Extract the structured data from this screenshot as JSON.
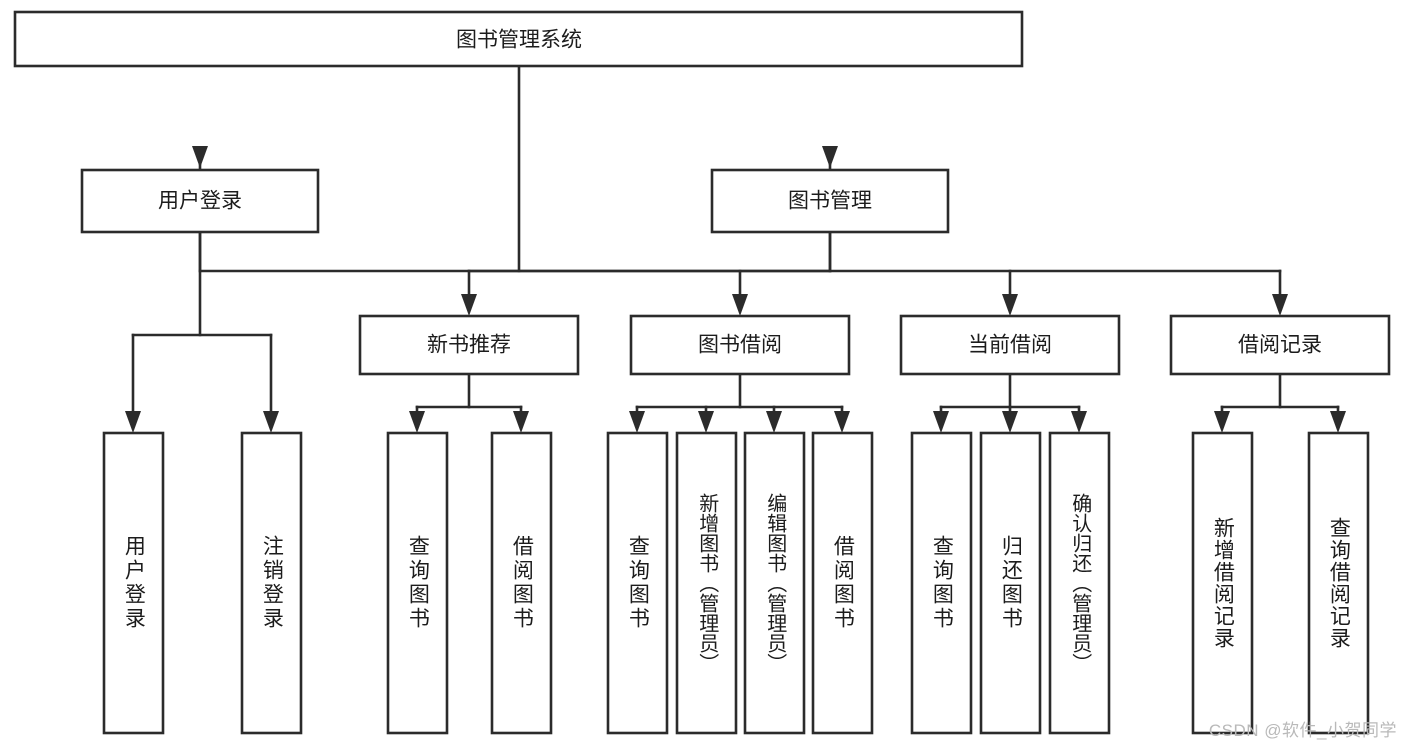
{
  "diagram": {
    "type": "tree",
    "title": "图书管理系统",
    "orientation": "top-down",
    "colors": {
      "box_fill": "#ffffff",
      "box_stroke": "#2b2b2b",
      "text": "#1c1c1c",
      "watermark": "#b9b9b9",
      "background": "#ffffff"
    },
    "root": {
      "label": "图书管理系统"
    },
    "level1": [
      {
        "label": "用户登录"
      },
      {
        "label": "图书管理"
      }
    ],
    "level2": [
      {
        "label": "新书推荐"
      },
      {
        "label": "图书借阅"
      },
      {
        "label": "当前借阅"
      },
      {
        "label": "借阅记录"
      }
    ],
    "leaves": {
      "user_login": [
        {
          "label": "用户登录"
        },
        {
          "label": "注销登录"
        }
      ],
      "new_book_recommend": [
        {
          "label": "查询图书"
        },
        {
          "label": "借阅图书"
        }
      ],
      "book_borrow": [
        {
          "label": "查询图书"
        },
        {
          "label": "新增图书（管理员）"
        },
        {
          "label": "编辑图书（管理员）"
        },
        {
          "label": "借阅图书"
        }
      ],
      "current_borrow": [
        {
          "label": "查询图书"
        },
        {
          "label": "归还图书"
        },
        {
          "label": "确认归还（管理员）"
        }
      ],
      "borrow_records": [
        {
          "label": "新增借阅记录"
        },
        {
          "label": "查询借阅记录"
        }
      ]
    }
  },
  "watermark": {
    "text": "CSDN @软件_小贺同学"
  }
}
